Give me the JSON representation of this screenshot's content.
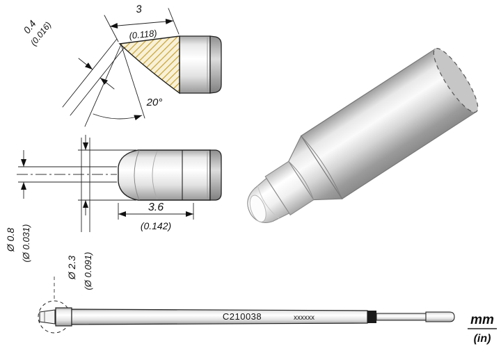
{
  "detail_view": {
    "blade_width_mm": "3",
    "blade_width_in": "(0.118)",
    "edge_thickness_mm": "0.4",
    "edge_thickness_in": "(0.016)",
    "bevel_angle": "20°"
  },
  "side_view": {
    "tip_length_mm": "3.6",
    "tip_length_in": "(0.142)",
    "edge_dia_mm": "Ø 0.8",
    "edge_dia_in": "(Ø 0.031)",
    "shaft_dia_mm": "Ø 2.3",
    "shaft_dia_in": "(Ø 0.091)"
  },
  "cartridge": {
    "model": "C210038",
    "serial": "xxxxxx"
  },
  "units": {
    "metric": "mm",
    "imperial": "(in)"
  },
  "colors": {
    "line": "#1a1a1a",
    "hatch_fill": "#f8f1d8",
    "hatch_line": "#c9a22f",
    "metal_light": "#ffffff",
    "metal_dark": "#8a8a8a",
    "band_black": "#1a1a1a"
  }
}
